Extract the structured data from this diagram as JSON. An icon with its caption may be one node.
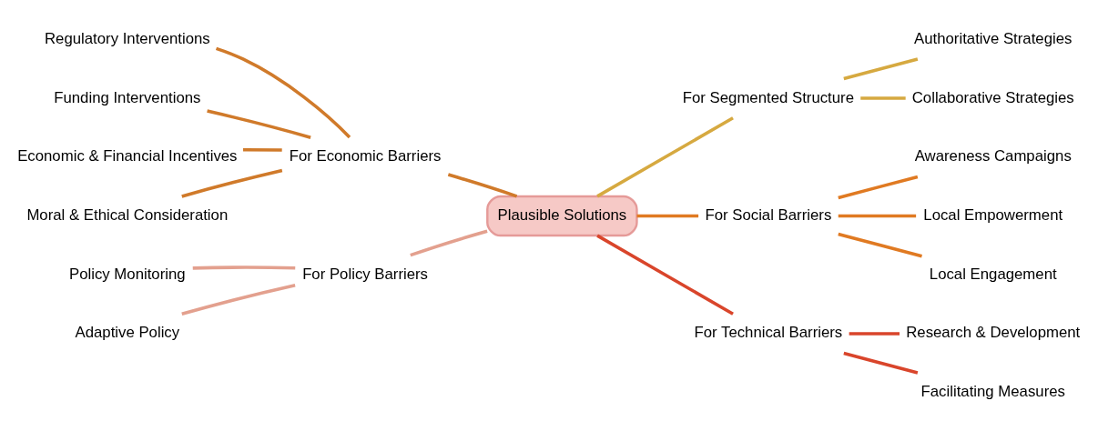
{
  "diagram": {
    "nodes": [
      {
        "text": [
          "Plausible Solutions"
        ]
      },
      {
        "text": [
          "For Economic Barriers"
        ]
      },
      {
        "text": [
          "Regulatory Interventions"
        ]
      },
      {
        "text": [
          "Funding Interventions"
        ]
      },
      {
        "text": [
          "Economic & Financial Incentives"
        ]
      },
      {
        "text": [
          "Moral & Ethical Consideration"
        ]
      },
      {
        "text": [
          "For Policy Barriers"
        ]
      },
      {
        "text": [
          "Policy Monitoring"
        ]
      },
      {
        "text": [
          "Adaptive Policy"
        ]
      },
      {
        "text": [
          "For Segmented Structure"
        ]
      },
      {
        "text": [
          "Authoritative Strategies"
        ]
      },
      {
        "text": [
          "Collaborative Strategies"
        ]
      },
      {
        "text": [
          "For Social Barriers"
        ]
      },
      {
        "text": [
          "Awareness Campaigns"
        ]
      },
      {
        "text": [
          "Local Empowerment"
        ]
      },
      {
        "text": [
          "Local Engagement"
        ]
      },
      {
        "text": [
          "For Technical Barriers"
        ]
      },
      {
        "text": [
          "Research & Development"
        ]
      },
      {
        "text": [
          "Facilitating Measures"
        ]
      }
    ],
    "edges": [
      {
        "from": 0,
        "to": 1,
        "arrow": "none",
        "color": "#d07a2a"
      },
      {
        "from": 1,
        "to": 2,
        "arrow": "none",
        "color": "#d07a2a"
      },
      {
        "from": 1,
        "to": 3,
        "arrow": "none",
        "color": "#d07a2a"
      },
      {
        "from": 1,
        "to": 4,
        "arrow": "none",
        "color": "#d07a2a"
      },
      {
        "from": 1,
        "to": 5,
        "arrow": "none",
        "color": "#d07a2a"
      },
      {
        "from": 0,
        "to": 6,
        "arrow": "none",
        "color": "#e3a08e"
      },
      {
        "from": 6,
        "to": 7,
        "arrow": "none",
        "color": "#e3a08e"
      },
      {
        "from": 6,
        "to": 8,
        "arrow": "none",
        "color": "#e3a08e"
      },
      {
        "from": 0,
        "to": 9,
        "arrow": "none",
        "color": "#d6a940"
      },
      {
        "from": 9,
        "to": 10,
        "arrow": "none",
        "color": "#d6a940"
      },
      {
        "from": 9,
        "to": 11,
        "arrow": "none",
        "color": "#d6a940"
      },
      {
        "from": 0,
        "to": 12,
        "arrow": "none",
        "color": "#e07a22"
      },
      {
        "from": 12,
        "to": 13,
        "arrow": "none",
        "color": "#e07a22"
      },
      {
        "from": 12,
        "to": 14,
        "arrow": "none",
        "color": "#e07a22"
      },
      {
        "from": 12,
        "to": 15,
        "arrow": "none",
        "color": "#e07a22"
      },
      {
        "from": 0,
        "to": 16,
        "arrow": "none",
        "color": "#d9452b"
      },
      {
        "from": 16,
        "to": 17,
        "arrow": "none",
        "color": "#d9452b"
      },
      {
        "from": 16,
        "to": 18,
        "arrow": "none",
        "color": "#d9452b"
      }
    ]
  }
}
